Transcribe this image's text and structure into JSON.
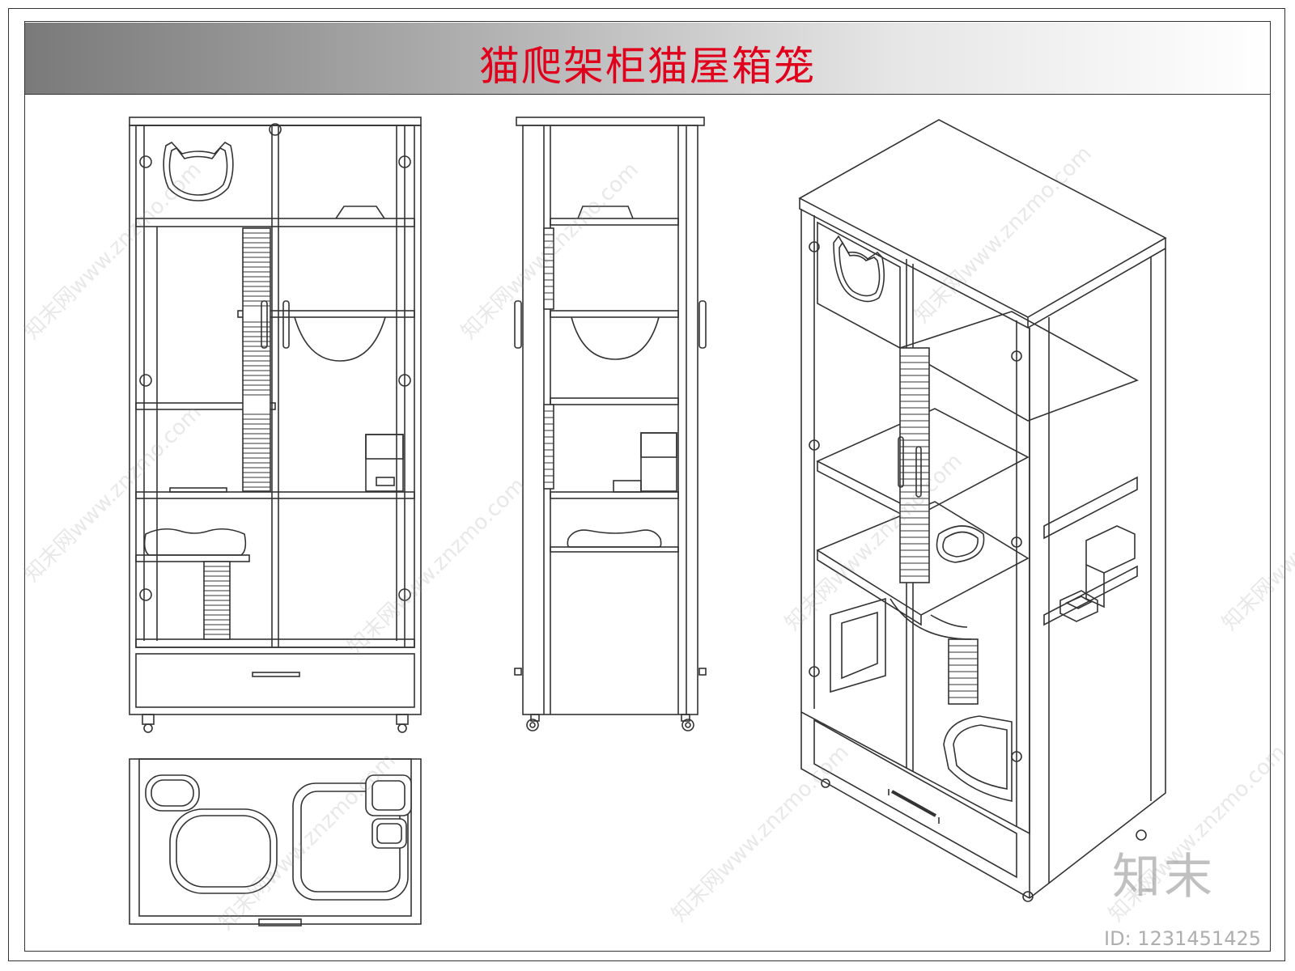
{
  "title": "猫爬架柜猫屋箱笼",
  "watermark_text": "知末网www.znzmo.com",
  "brand_logo": "知末",
  "image_id": "ID: 1231451425",
  "colors": {
    "title": "#e0001b",
    "line": "#333333",
    "fill_dark": "#555555"
  }
}
